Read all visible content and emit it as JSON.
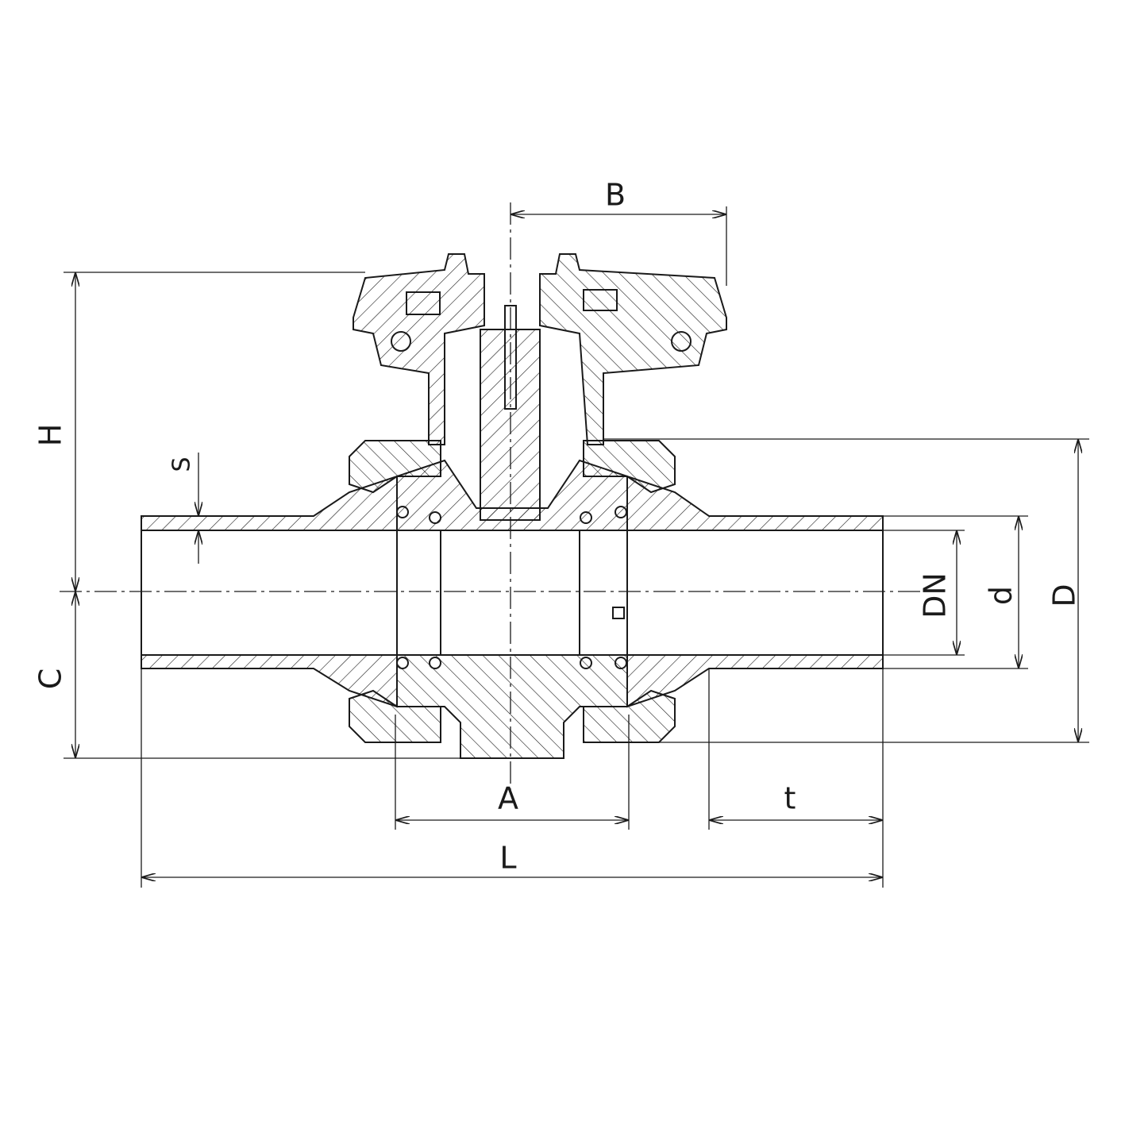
{
  "drawing": {
    "title": "Ball valve cross-section dimension drawing",
    "dimensions": {
      "B": "B",
      "H": "H",
      "S": "S",
      "C": "C",
      "A": "A",
      "L": "L",
      "t": "t",
      "DN": "DN",
      "d": "d",
      "D": "D"
    },
    "colors": {
      "line": "#1a1a1a",
      "background": "#ffffff"
    }
  }
}
